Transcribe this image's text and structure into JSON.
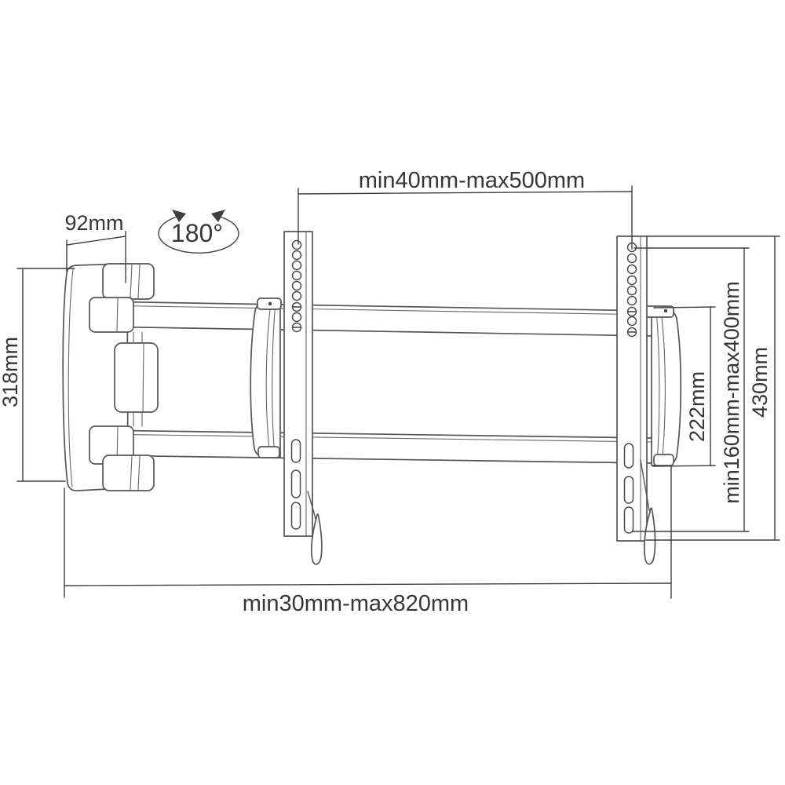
{
  "diagram": {
    "type": "technical-drawing",
    "subject": "Articulating TV wall mount bracket - dimension diagram",
    "annotations": {
      "top_span": "min40mm-max500mm",
      "wall_depth": "92mm",
      "swivel_angle": "180°",
      "wall_height": "318mm",
      "carriage_height": "222mm",
      "slot_range": "min160mm-max400mm",
      "rail_height": "430mm",
      "bottom_span": "min30mm-max820mm"
    },
    "colors": {
      "background": "#ffffff",
      "structure_line": "#555555",
      "dimension_line": "#3f3f3f",
      "text": "#363636"
    }
  }
}
